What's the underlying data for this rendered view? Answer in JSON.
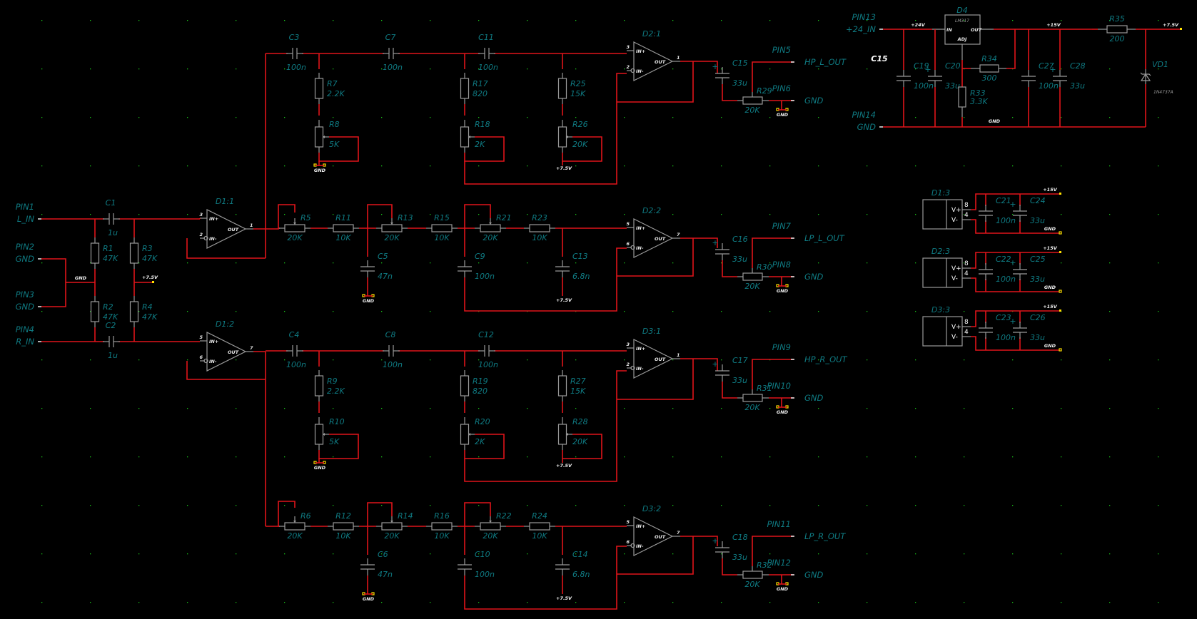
{
  "schematic": {
    "colors": {
      "background": "#000000",
      "wire": "#e0141a",
      "symbol": "#9a9a9a",
      "label": "#0f7a82",
      "grid": "#19c219",
      "power_port": "#ffe000"
    },
    "connectors": [
      {
        "ref": "PIN1",
        "net": "L_IN"
      },
      {
        "ref": "PIN2",
        "net": "GND"
      },
      {
        "ref": "PIN3",
        "net": "GND"
      },
      {
        "ref": "PIN4",
        "net": "R_IN"
      },
      {
        "ref": "PIN5",
        "net": "HP_L_OUT"
      },
      {
        "ref": "PIN6",
        "net": "GND"
      },
      {
        "ref": "PIN7",
        "net": "LP_L_OUT"
      },
      {
        "ref": "PIN8",
        "net": "GND"
      },
      {
        "ref": "PIN9",
        "net": "HP_R_OUT"
      },
      {
        "ref": "PIN10",
        "net": "GND"
      },
      {
        "ref": "PIN11",
        "net": "LP_R_OUT"
      },
      {
        "ref": "PIN12",
        "net": "GND"
      },
      {
        "ref": "PIN13",
        "net": "+24_IN"
      },
      {
        "ref": "PIN14",
        "net": "GND"
      }
    ],
    "input": {
      "C1": {
        "ref": "C1",
        "value": "1u"
      },
      "C2": {
        "ref": "C2",
        "value": "1u"
      },
      "R1": {
        "ref": "R1",
        "value": "47K"
      },
      "R2": {
        "ref": "R2",
        "value": "47K"
      },
      "R3": {
        "ref": "R3",
        "value": "47K"
      },
      "R4": {
        "ref": "R4",
        "value": "47K"
      }
    },
    "opamps": {
      "D1_1": {
        "ref": "D1:1",
        "in_plus": "3",
        "in_minus": "2",
        "out": "1"
      },
      "D1_2": {
        "ref": "D1:2",
        "in_plus": "5",
        "in_minus": "6",
        "out": "7"
      },
      "D2_1": {
        "ref": "D2:1",
        "in_plus": "3",
        "in_minus": "2",
        "out": "1"
      },
      "D2_2": {
        "ref": "D2:2",
        "in_plus": "5",
        "in_minus": "6",
        "out": "7"
      },
      "D3_1": {
        "ref": "D3:1",
        "in_plus": "3",
        "in_minus": "2",
        "out": "1"
      },
      "D3_2": {
        "ref": "D3:2",
        "in_plus": "5",
        "in_minus": "6",
        "out": "7"
      },
      "pin_labels": {
        "plus": "IN+",
        "minus": "IN-",
        "out": "OUT"
      }
    },
    "hp_left": {
      "caps": [
        {
          "ref": "C3",
          "value": "100n"
        },
        {
          "ref": "C7",
          "value": "100n"
        },
        {
          "ref": "C11",
          "value": "100n"
        }
      ],
      "res": [
        {
          "ref": "R7",
          "value": "2.2K"
        },
        {
          "ref": "R17",
          "value": "820"
        },
        {
          "ref": "R25",
          "value": "15K"
        }
      ],
      "pots": [
        {
          "ref": "R8",
          "value": "5K"
        },
        {
          "ref": "R18",
          "value": "2K"
        },
        {
          "ref": "R26",
          "value": "20K"
        }
      ],
      "out_cap": {
        "ref": "C15",
        "value": "33u"
      },
      "vol": {
        "ref": "R29",
        "value": "20K"
      }
    },
    "lp_left": {
      "pots": [
        {
          "ref": "R5",
          "value": "20K"
        },
        {
          "ref": "R13",
          "value": "20K"
        },
        {
          "ref": "R21",
          "value": "20K"
        }
      ],
      "res": [
        {
          "ref": "R11",
          "value": "10K"
        },
        {
          "ref": "R15",
          "value": "10K"
        },
        {
          "ref": "R23",
          "value": "10K"
        }
      ],
      "caps": [
        {
          "ref": "C5",
          "value": "47n"
        },
        {
          "ref": "C9",
          "value": "100n"
        },
        {
          "ref": "C13",
          "value": "6.8n"
        }
      ],
      "out_cap": {
        "ref": "C16",
        "value": "33u"
      },
      "vol": {
        "ref": "R30",
        "value": "20K"
      }
    },
    "hp_right": {
      "caps": [
        {
          "ref": "C4",
          "value": "100n"
        },
        {
          "ref": "C8",
          "value": "100n"
        },
        {
          "ref": "C12",
          "value": "100n"
        }
      ],
      "res": [
        {
          "ref": "R9",
          "value": "2.2K"
        },
        {
          "ref": "R19",
          "value": "820"
        },
        {
          "ref": "R27",
          "value": "15K"
        }
      ],
      "pots": [
        {
          "ref": "R10",
          "value": "5K"
        },
        {
          "ref": "R20",
          "value": "2K"
        },
        {
          "ref": "R28",
          "value": "20K"
        }
      ],
      "out_cap": {
        "ref": "C17",
        "value": "33u"
      },
      "vol": {
        "ref": "R31",
        "value": "20K"
      }
    },
    "lp_right": {
      "pots": [
        {
          "ref": "R6",
          "value": "20K"
        },
        {
          "ref": "R14",
          "value": "20K"
        },
        {
          "ref": "R22",
          "value": "20K"
        }
      ],
      "res": [
        {
          "ref": "R12",
          "value": "10K"
        },
        {
          "ref": "R16",
          "value": "10K"
        },
        {
          "ref": "R24",
          "value": "10K"
        }
      ],
      "caps": [
        {
          "ref": "C6",
          "value": "47n"
        },
        {
          "ref": "C10",
          "value": "100n"
        },
        {
          "ref": "C14",
          "value": "6.8n"
        }
      ],
      "out_cap": {
        "ref": "C18",
        "value": "33u"
      },
      "vol": {
        "ref": "R32",
        "value": "20K"
      }
    },
    "power": {
      "reg": {
        "ref": "D4",
        "part": "LM317",
        "in": "IN",
        "out": "OUT",
        "adj": "ADJ"
      },
      "C19": {
        "ref": "C19",
        "value": "100n"
      },
      "C20": {
        "ref": "C20",
        "value": "33u"
      },
      "C27": {
        "ref": "C27",
        "value": "100n"
      },
      "C28": {
        "ref": "C28",
        "value": "33u"
      },
      "R33": {
        "ref": "R33",
        "value": "3.3K"
      },
      "R34": {
        "ref": "R34",
        "value": "300"
      },
      "R35": {
        "ref": "R35",
        "value": "200"
      },
      "VD1": {
        "ref": "VD1",
        "value": "1N4737A"
      },
      "stray_label": "C15"
    },
    "decoupling": [
      {
        "unit": "D1:3",
        "c1": {
          "ref": "C21",
          "value": "100n"
        },
        "c2": {
          "ref": "C24",
          "value": "33u"
        }
      },
      {
        "unit": "D2:3",
        "c1": {
          "ref": "C22",
          "value": "100n"
        },
        "c2": {
          "ref": "C25",
          "value": "33u"
        }
      },
      {
        "unit": "D3:3",
        "c1": {
          "ref": "C23",
          "value": "100n"
        },
        "c2": {
          "ref": "C26",
          "value": "33u"
        }
      }
    ],
    "supply_pins": {
      "vplus": "V+",
      "vminus": "V-",
      "vplus_num": "8",
      "vminus_num": "4"
    },
    "nets": {
      "gnd": "GND",
      "v75": "+7.5V",
      "v15": "+15V",
      "v24": "+24V",
      "plus": "+"
    }
  }
}
